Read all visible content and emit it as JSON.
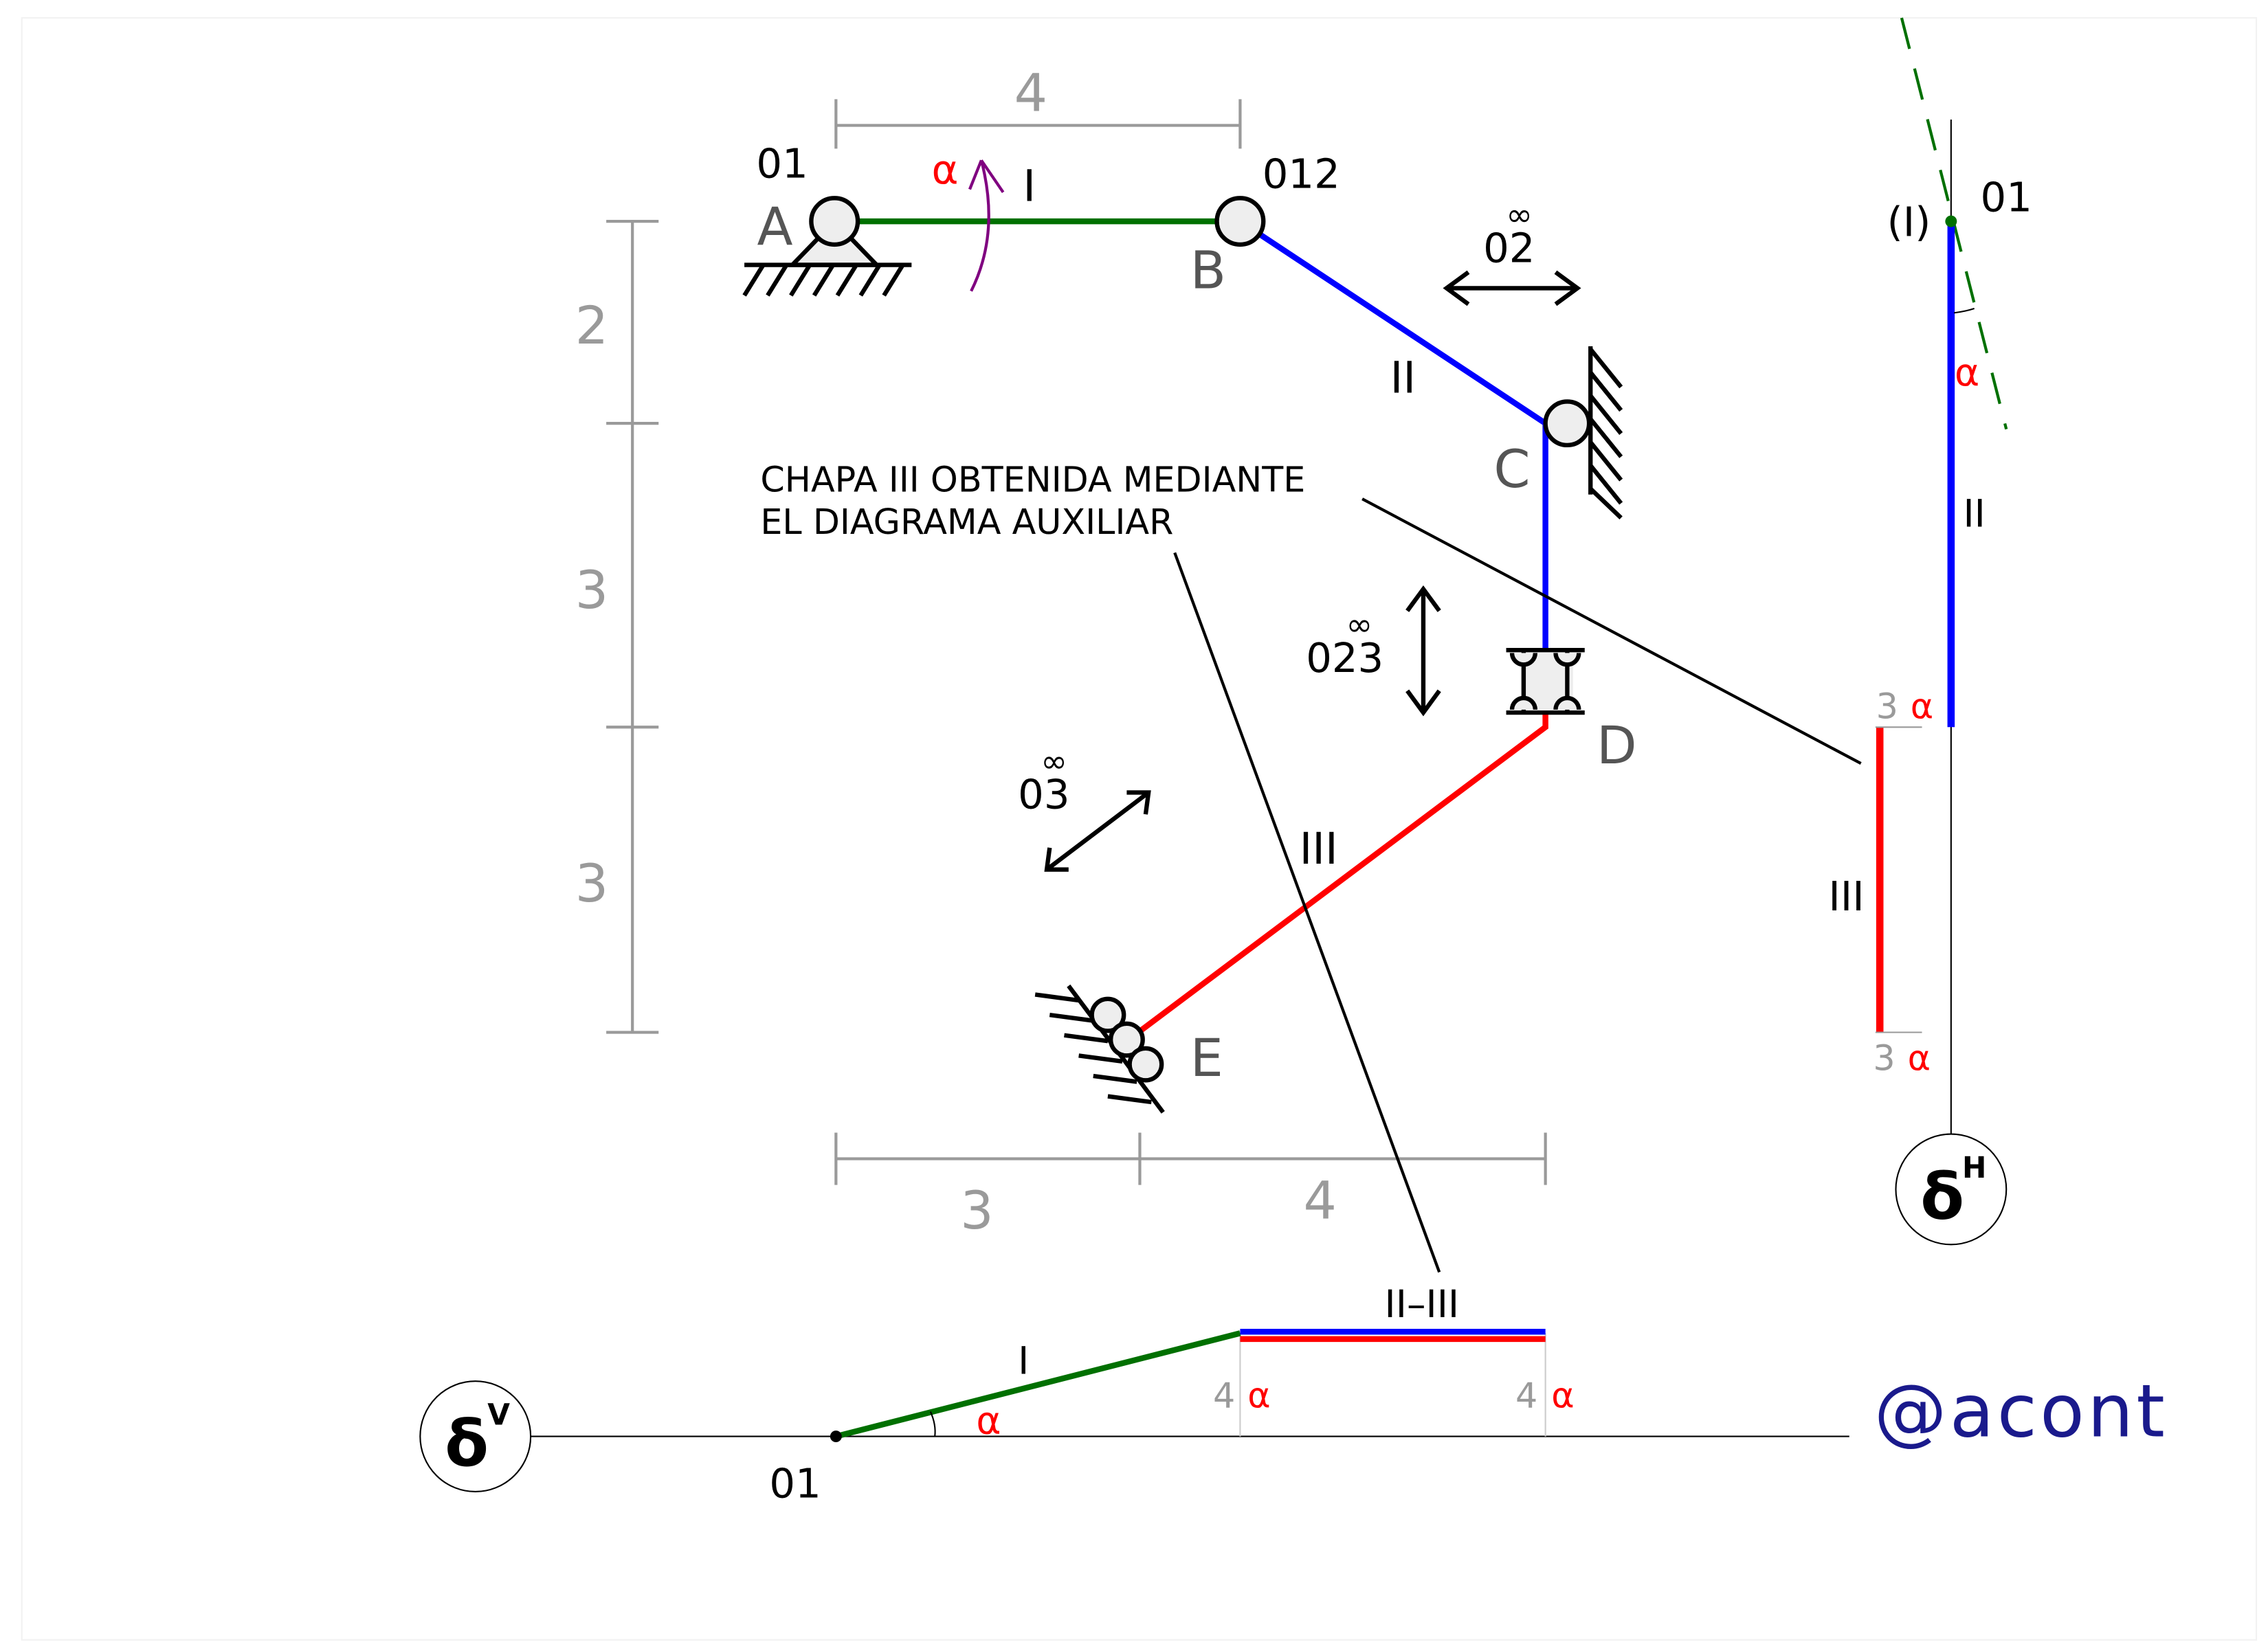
{
  "colors": {
    "bar_I": "#007000",
    "bar_II": "#0000ff",
    "bar_III": "#ff0000",
    "dimension": "#9a9a9a",
    "rotation_arrow": "#800080",
    "brand": "#1a1a8c"
  },
  "dimensions": {
    "top": "4",
    "left": [
      "2",
      "3",
      "3"
    ],
    "bottom": [
      "3",
      "4"
    ]
  },
  "nodes": {
    "A": "A",
    "B": "B",
    "C": "C",
    "D": "D",
    "E": "E"
  },
  "poles": {
    "o1": "01",
    "o12": "012",
    "o2": "02",
    "o23": "023",
    "o3": "03",
    "infinity": "∞"
  },
  "bars": {
    "I": "I",
    "II": "II",
    "III": "III"
  },
  "rotation_symbol": "α",
  "note": {
    "line1": "CHAPA III OBTENIDA MEDIANTE",
    "line2": "EL DIAGRAMA AUXILIAR"
  },
  "horizontal_diagram": {
    "pole_label": "(I)",
    "o1": "01",
    "bar_II": "II",
    "bar_III": "III",
    "value_top": "3",
    "value_bottom": "3",
    "symbol": "δ",
    "symbol_sup": "H"
  },
  "vertical_diagram": {
    "o1": "01",
    "bar_I": "I",
    "bar_II_III": "II–III",
    "value_left": "4",
    "value_right": "4",
    "symbol": "δ",
    "symbol_sup": "V"
  },
  "watermark": "@acont"
}
